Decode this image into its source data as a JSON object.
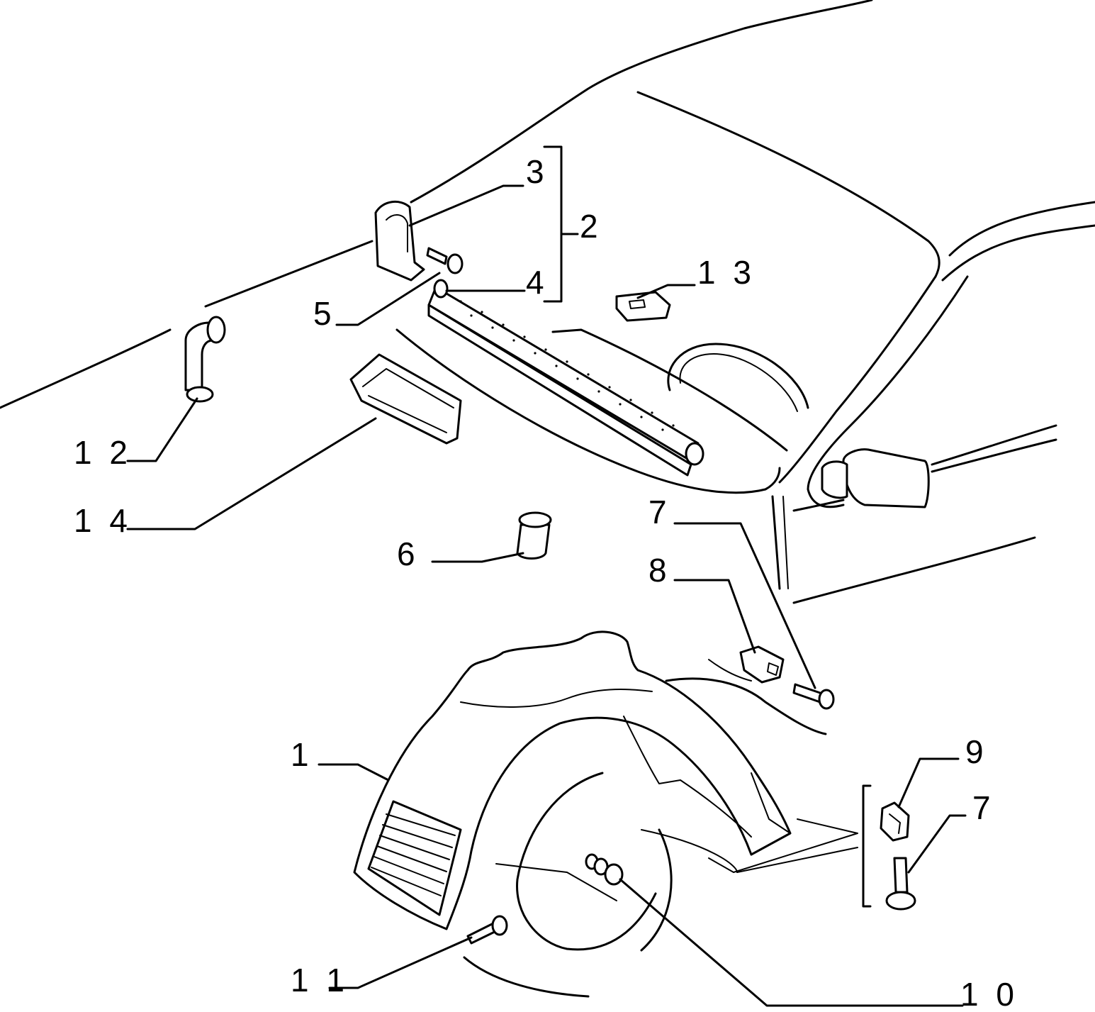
{
  "callouts": [
    {
      "id": "c1",
      "label": "1"
    },
    {
      "id": "c2",
      "label": "2"
    },
    {
      "id": "c3",
      "label": "3"
    },
    {
      "id": "c4",
      "label": "4"
    },
    {
      "id": "c5",
      "label": "5"
    },
    {
      "id": "c6",
      "label": "6"
    },
    {
      "id": "c7a",
      "label": "7"
    },
    {
      "id": "c7b",
      "label": "7"
    },
    {
      "id": "c8",
      "label": "8"
    },
    {
      "id": "c9",
      "label": "9"
    },
    {
      "id": "c10",
      "label": "1 0"
    },
    {
      "id": "c11",
      "label": "1 1"
    },
    {
      "id": "c12",
      "label": "1 2"
    },
    {
      "id": "c13",
      "label": "1 3"
    },
    {
      "id": "c14",
      "label": "1 4"
    }
  ]
}
